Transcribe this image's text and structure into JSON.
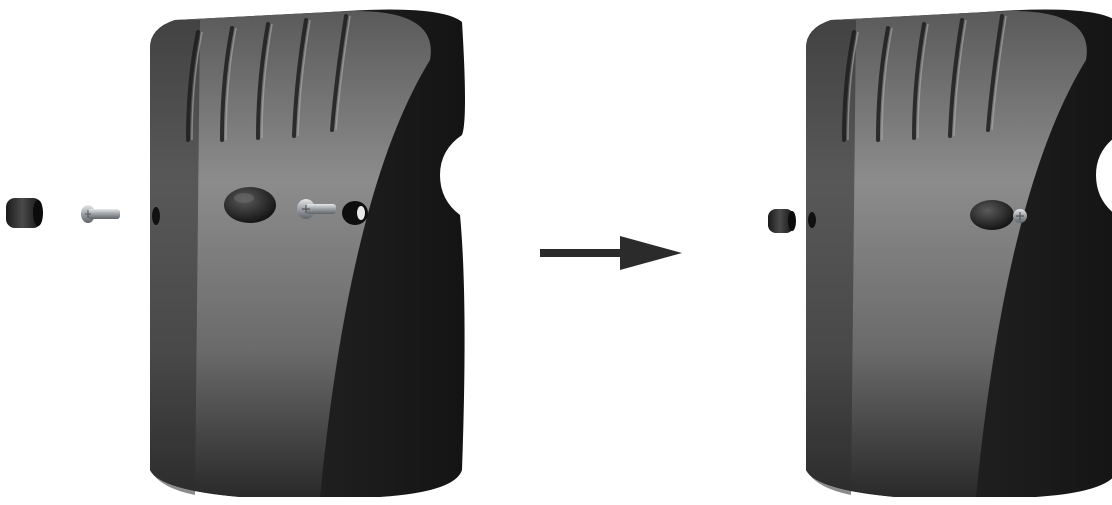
{
  "diagram": {
    "kind": "assembly-illustration",
    "steps": [
      {
        "state": "before",
        "parts": [
          "rubber-cap",
          "screw",
          "housing-cover"
        ],
        "colors": {
          "housing": "#3a3a3a",
          "highlight": "#8a8a8a",
          "dark_side": "#1c1c1c",
          "screw": "#b8bcc0"
        }
      },
      {
        "state": "after",
        "parts": [
          "rubber-cap",
          "housing-cover",
          "inserted-screw"
        ],
        "colors": {
          "housing": "#3a3a3a",
          "highlight": "#8a8a8a",
          "dark_side": "#1c1c1c",
          "screw": "#b8bcc0"
        }
      }
    ],
    "arrow": {
      "direction": "right",
      "color": "#2b2b2b"
    },
    "icons": [
      "rubber-cap-icon",
      "screw-icon",
      "arrow-right-icon",
      "housing-icon"
    ]
  }
}
